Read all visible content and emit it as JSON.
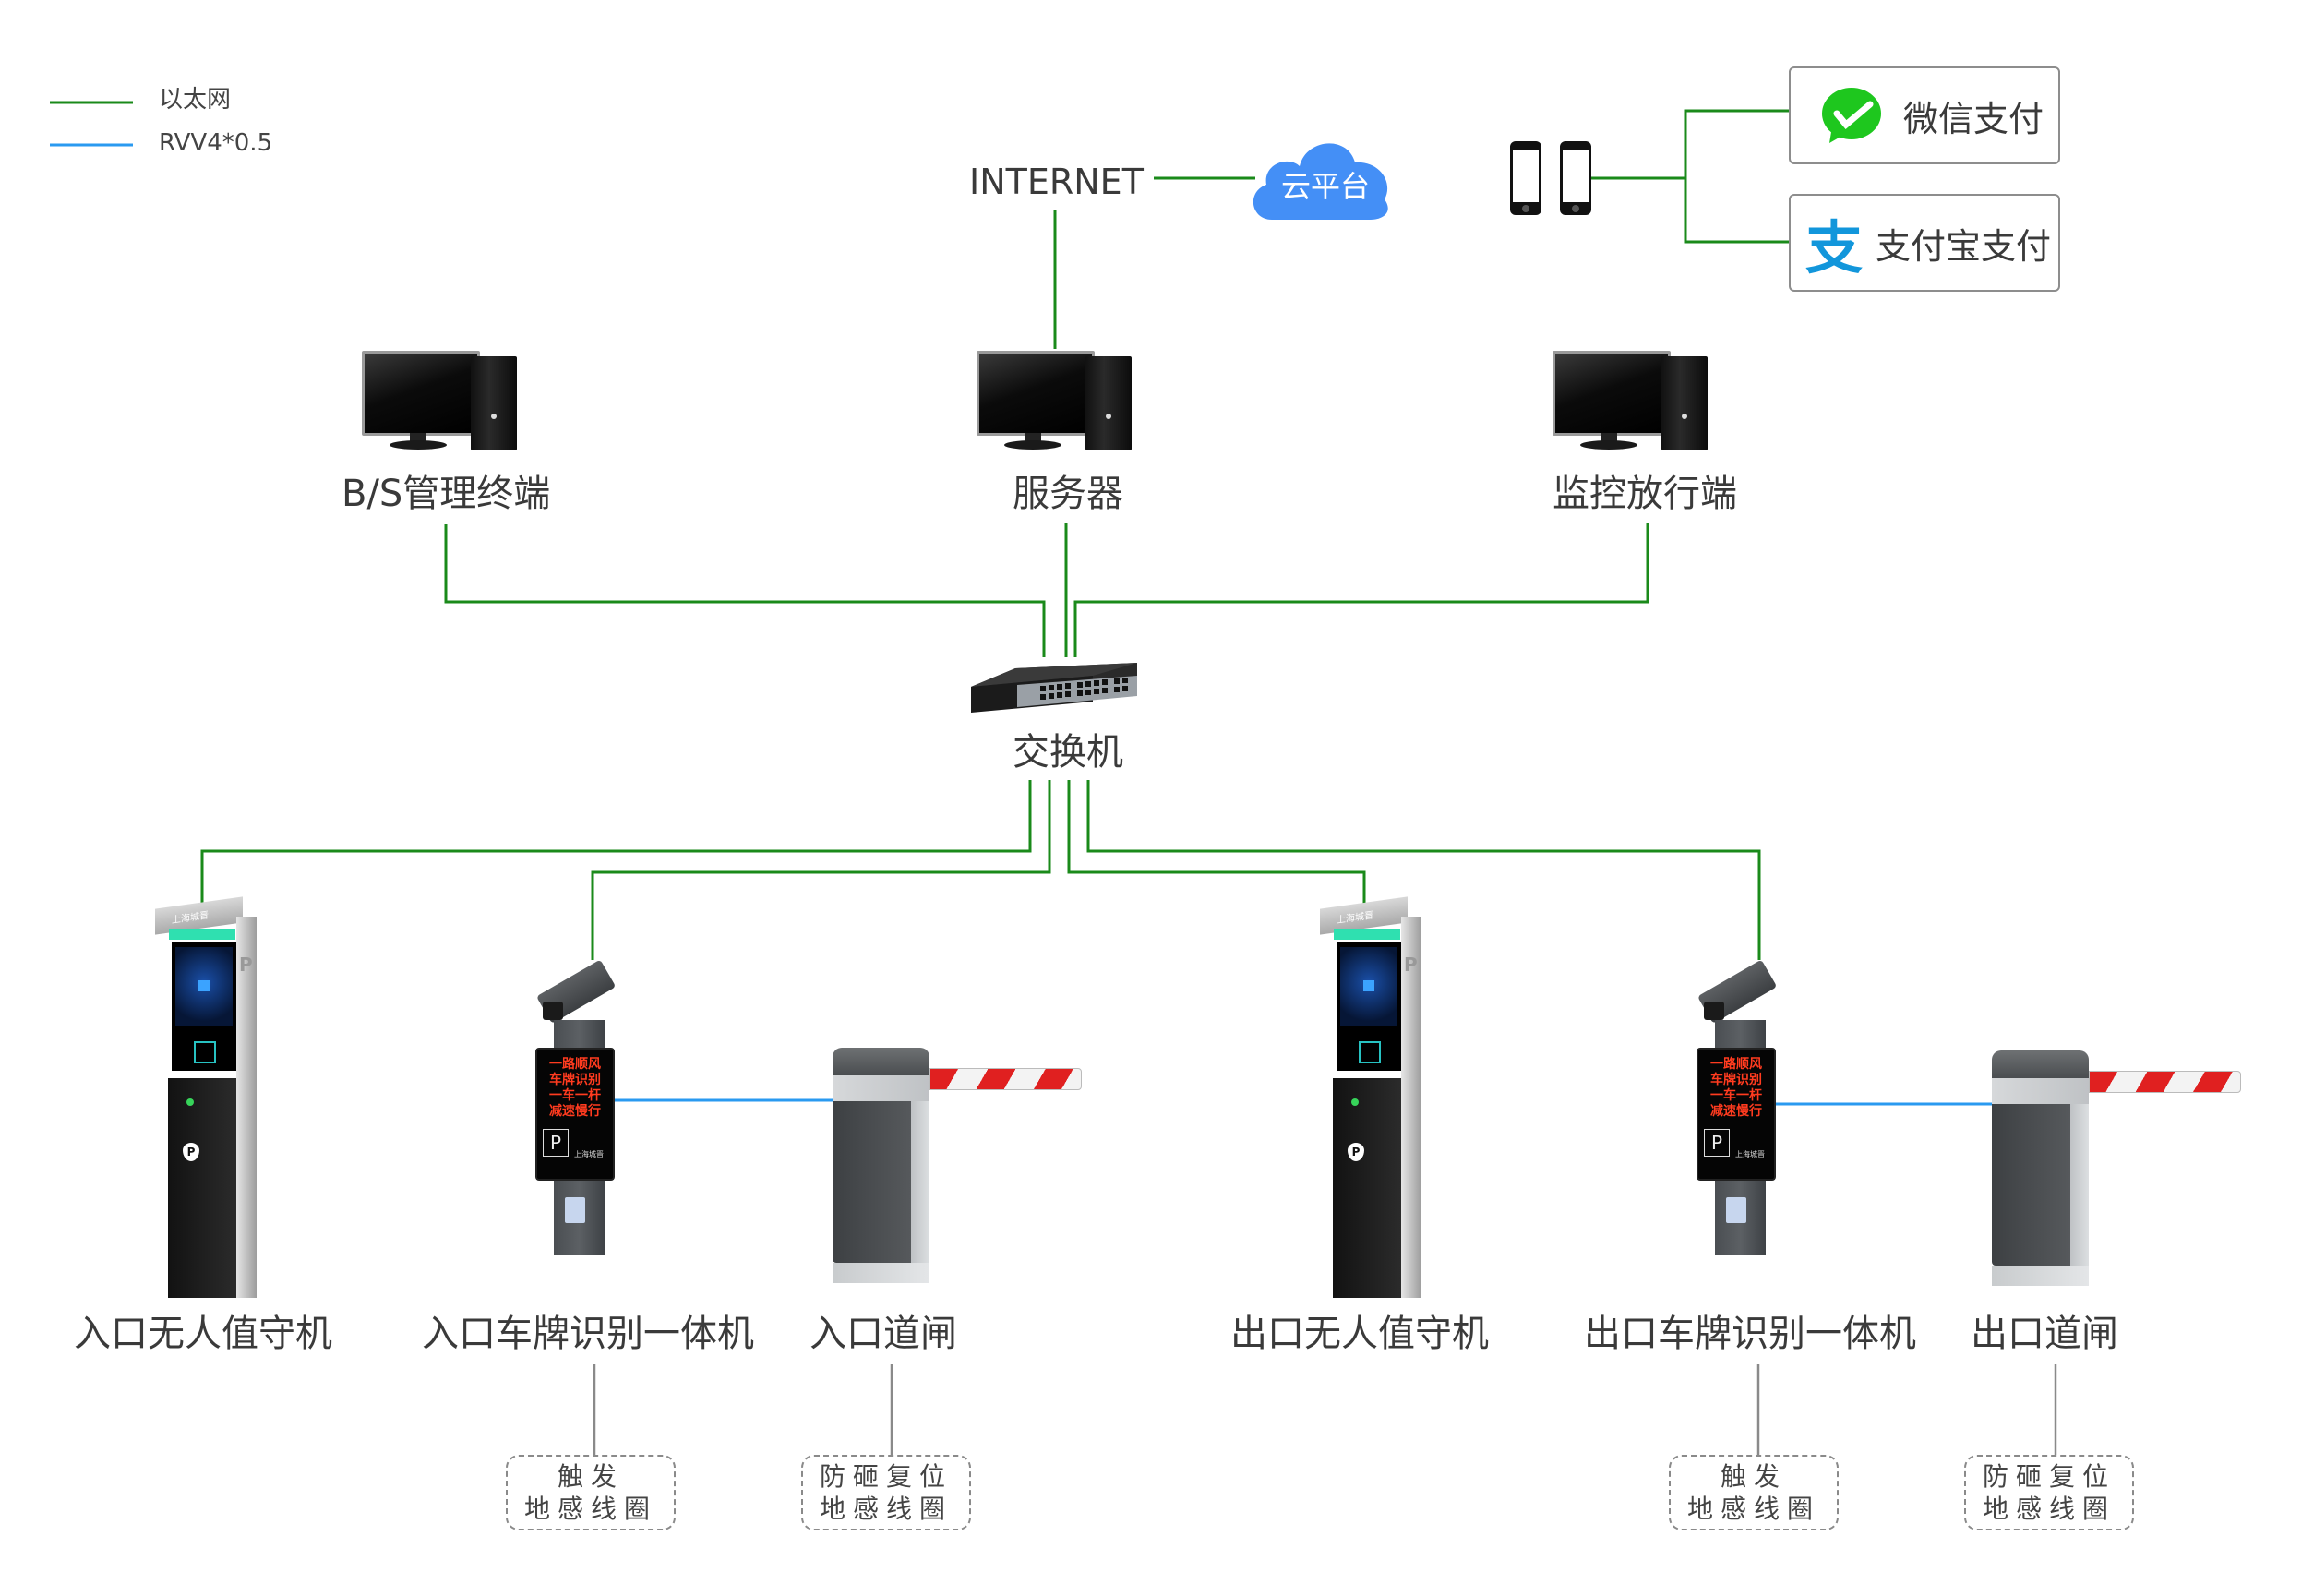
{
  "legend": [
    {
      "label": "以太网",
      "color": "#1a8a1a"
    },
    {
      "label": "RVV4*0.5",
      "color": "#2a9af0"
    }
  ],
  "internet": {
    "label": "INTERNET"
  },
  "cloud": {
    "label": "云平台",
    "color": "#448ff6"
  },
  "payments": [
    {
      "label": "微信支付",
      "icon": "wechat-pay-icon",
      "color": "#1ec71e"
    },
    {
      "label": "支付宝支付",
      "icon": "alipay-icon",
      "icon_glyph": "支",
      "color": "#1296db"
    }
  ],
  "terminals": [
    {
      "label": "B/S管理终端"
    },
    {
      "label": "服务器"
    },
    {
      "label": "监控放行端"
    }
  ],
  "switch": {
    "label": "交换机"
  },
  "devices": [
    {
      "label": "入口无人值守机"
    },
    {
      "label": "入口车牌识别一体机"
    },
    {
      "label": "入口道闸"
    },
    {
      "label": "出口无人值守机"
    },
    {
      "label": "出口车牌识别一体机"
    },
    {
      "label": "出口道闸"
    }
  ],
  "led_display": {
    "lines": [
      "一路顺风",
      "车牌识别",
      "一车一杆",
      "减速慢行"
    ],
    "parking_symbol": "P",
    "brand": "上海城晋"
  },
  "kiosk": {
    "brand": "上海城晋",
    "side_symbol": "P",
    "logo_symbol": "P"
  },
  "coils": [
    {
      "line1": "触发",
      "line2": "地感线圈"
    },
    {
      "line1": "防砸复位",
      "line2": "地感线圈"
    },
    {
      "line1": "触发",
      "line2": "地感线圈"
    },
    {
      "line1": "防砸复位",
      "line2": "地感线圈"
    }
  ]
}
